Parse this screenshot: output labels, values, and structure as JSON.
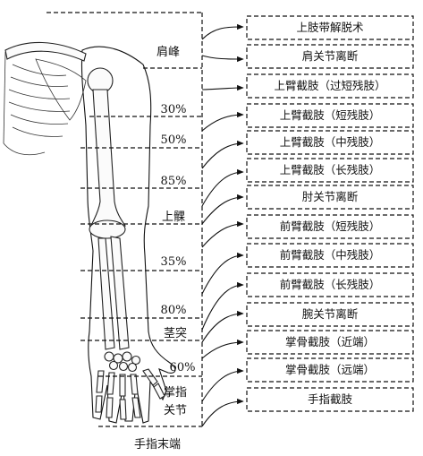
{
  "level_labels": {
    "shoulder_peak": "肩峰",
    "pct_30": "30%",
    "pct_50": "50%",
    "pct_85": "85%",
    "lateral_epicondyle": "上髁",
    "pct_35": "35%",
    "pct_80": "80%",
    "styloid": "茎突",
    "pct_60": "60%",
    "mcp_line1": "掌指",
    "mcp_line2": "关节",
    "fingertip": "手指末端"
  },
  "boxes": [
    "上肢带解脱术",
    "肩关节离断",
    "上臂截肢（过短残肢）",
    "上臂截肢（短残肢）",
    "上臂截肢（中残肢）",
    "上臂截肢（长残肢）",
    "肘关节离断",
    "前臂截肢（短残肢）",
    "前臂截肢（中残肢）",
    "前臂截肢（长残肢）",
    "腕关节离断",
    "掌骨截肢（近端）",
    "掌骨截肢（远端）",
    "手指截肢"
  ]
}
